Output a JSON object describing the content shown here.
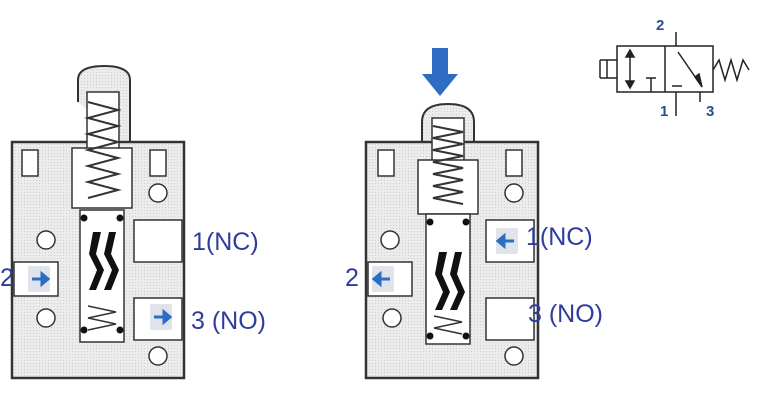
{
  "left_valve": {
    "port_in_label": "2",
    "port_nc_label": "1(NC)",
    "port_no_label": "3 (NO)"
  },
  "right_valve": {
    "port_in_label": "2",
    "port_nc_label": "1(NC)",
    "port_no_label": "3 (NO)"
  },
  "symbol": {
    "port_top": "2",
    "port_bottom_left": "1",
    "port_bottom_right": "3"
  },
  "colors": {
    "label_blue": "#2e3c9e",
    "arrow_blue": "#2f6dc4",
    "symbol_blue": "#2b4f8c",
    "body_gray": "#e7e7e7"
  }
}
